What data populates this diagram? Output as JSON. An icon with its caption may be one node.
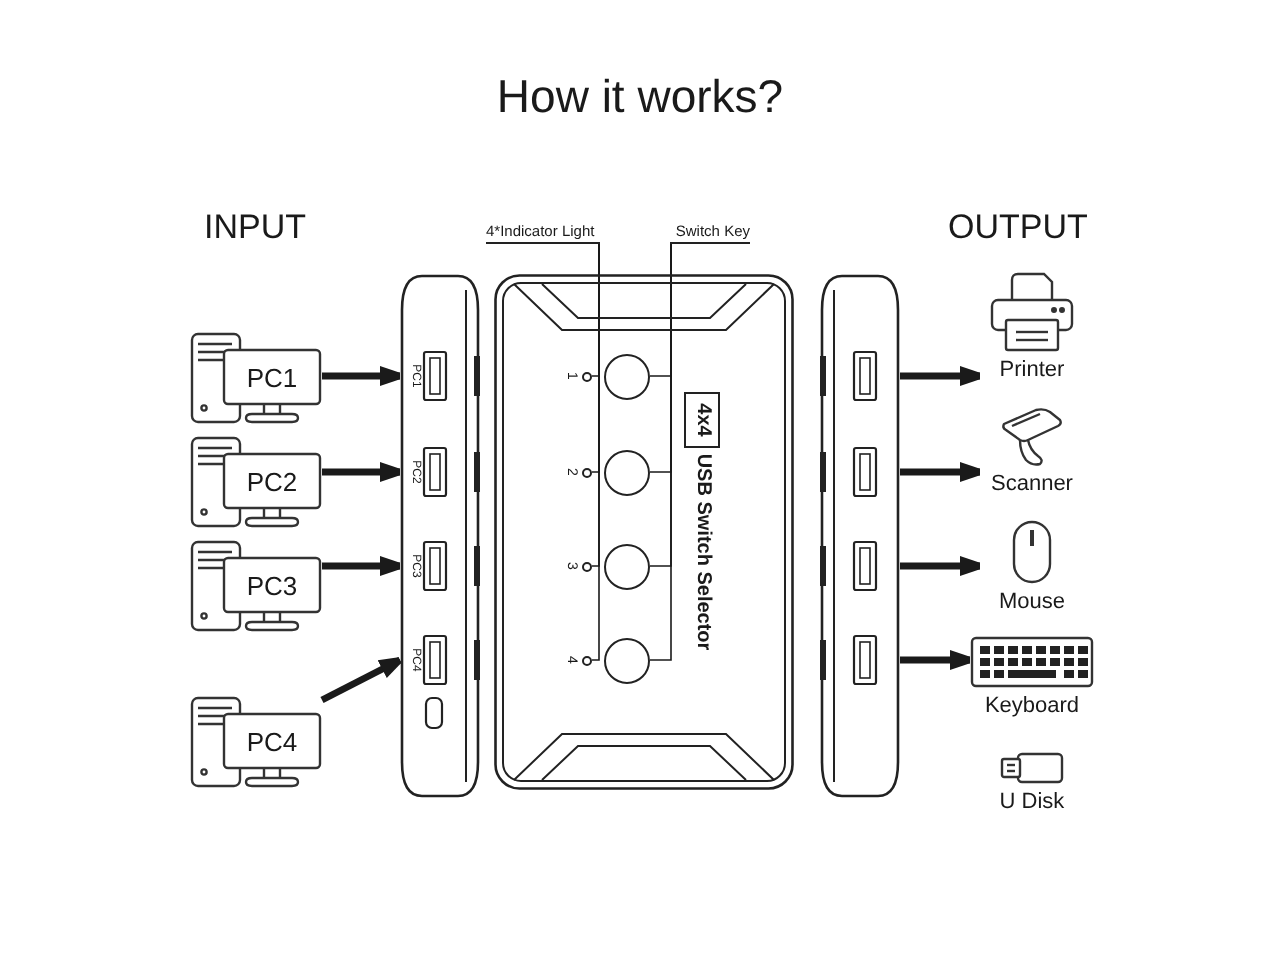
{
  "diagram": {
    "title": "How it works?",
    "nodes": [
      {
        "text": [
          "PC1"
        ]
      },
      {
        "text": [
          "PC2"
        ]
      },
      {
        "text": [
          "PC3"
        ]
      },
      {
        "text": [
          "PC4"
        ]
      },
      {
        "text": [],
        "shape": "box"
      },
      {
        "text": [
          "4*Indicator Light"
        ]
      },
      {
        "text": [
          "Switch Key"
        ]
      },
      {
        "text": [
          "USB Switch Selector"
        ]
      },
      {
        "text": [
          "4x4"
        ],
        "in": 7
      },
      {
        "text": [],
        "shape": "circle",
        "in": 7,
        "beside": [
          "1"
        ]
      },
      {
        "text": [],
        "shape": "circle",
        "in": 7,
        "beside": [
          "2"
        ]
      },
      {
        "text": [],
        "shape": "circle",
        "in": 7,
        "beside": [
          "3"
        ]
      },
      {
        "text": [],
        "shape": "circle",
        "in": 7,
        "beside": [
          "4"
        ]
      },
      {
        "text": [],
        "shape": "circle",
        "in": 7
      },
      {
        "text": [],
        "shape": "circle",
        "in": 7
      },
      {
        "text": [],
        "shape": "circle",
        "in": 7
      },
      {
        "text": [],
        "shape": "circle",
        "in": 7
      },
      {
        "text": [],
        "shape": "box"
      },
      {
        "text": [
          "Printer"
        ]
      },
      {
        "text": [
          "Scanner"
        ]
      },
      {
        "text": [
          "Mouse"
        ]
      },
      {
        "text": [
          "Keyboard"
        ]
      },
      {
        "text": [
          "U Disk"
        ]
      }
    ],
    "edges": [
      {
        "from": 0,
        "to": 4,
        "arrow": "to",
        "style": "thick"
      },
      {
        "from": 1,
        "to": 4,
        "arrow": "to",
        "style": "thick"
      },
      {
        "from": 2,
        "to": 4,
        "arrow": "to",
        "style": "thick"
      },
      {
        "from": 3,
        "to": 4,
        "arrow": "to",
        "style": "thick"
      },
      {
        "from": 5,
        "to": 9,
        "arrow": "none"
      },
      {
        "from": 5,
        "to": 10,
        "arrow": "none"
      },
      {
        "from": 5,
        "to": 11,
        "arrow": "none"
      },
      {
        "from": 5,
        "to": 12,
        "arrow": "none"
      },
      {
        "from": 6,
        "to": 13,
        "arrow": "none"
      },
      {
        "from": 6,
        "to": 14,
        "arrow": "none"
      },
      {
        "from": 6,
        "to": 15,
        "arrow": "none"
      },
      {
        "from": 6,
        "to": 16,
        "arrow": "none"
      },
      {
        "from": 17,
        "to": 18,
        "arrow": "to",
        "style": "thick"
      },
      {
        "from": 17,
        "to": 19,
        "arrow": "to",
        "style": "thick"
      },
      {
        "from": 17,
        "to": 20,
        "arrow": "to",
        "style": "thick"
      },
      {
        "from": 17,
        "to": 21,
        "arrow": "to",
        "style": "thick"
      }
    ],
    "labels": [
      "INPUT",
      "OUTPUT",
      "PC1",
      "PC2",
      "PC3",
      "PC4"
    ]
  }
}
